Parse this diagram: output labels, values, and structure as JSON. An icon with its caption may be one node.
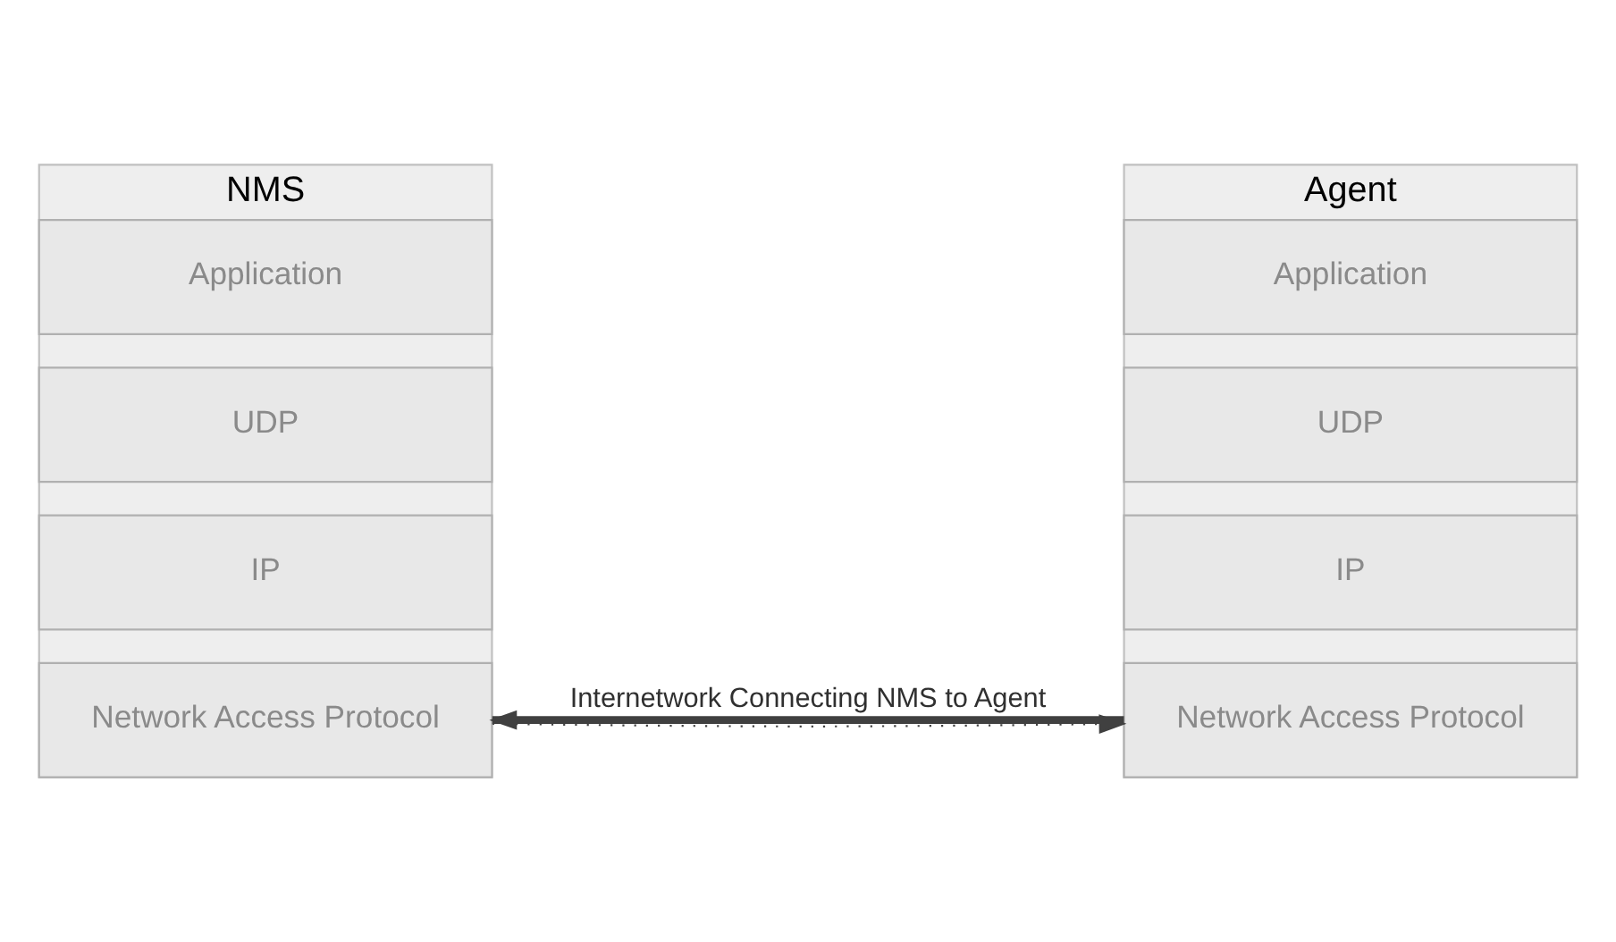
{
  "diagram": {
    "nodes": [
      {
        "text": [
          "NMS"
        ]
      },
      {
        "text": [
          "Application"
        ],
        "in": 0
      },
      {
        "text": [
          "UDP"
        ],
        "in": 0
      },
      {
        "text": [
          "IP"
        ],
        "in": 0
      },
      {
        "text": [
          "Network Access Protocol"
        ],
        "in": 0
      },
      {
        "text": [
          "Agent"
        ]
      },
      {
        "text": [
          "Application"
        ],
        "in": 5
      },
      {
        "text": [
          "UDP"
        ],
        "in": 5
      },
      {
        "text": [
          "IP"
        ],
        "in": 5
      },
      {
        "text": [
          "Network Access Protocol"
        ],
        "in": 5
      }
    ],
    "edges": [
      {
        "from": 9,
        "to": 4,
        "arrow": "to"
      },
      {
        "from": 4,
        "to": 9,
        "arrow": "to",
        "style": "dashed"
      },
      {
        "from": 4,
        "to": 9,
        "arrow": "none",
        "style": "thick",
        "label": "Internetwork Connecting NMS to Agent"
      }
    ]
  }
}
